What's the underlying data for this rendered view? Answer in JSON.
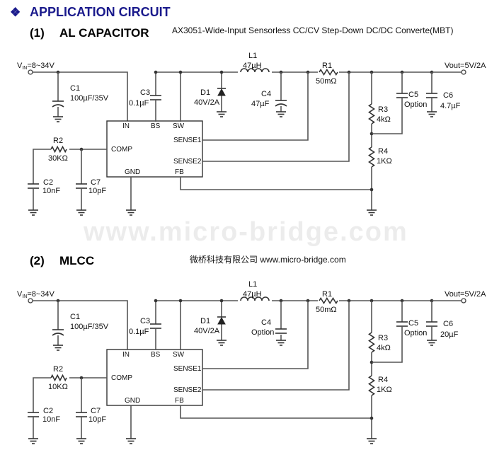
{
  "header": {
    "bullet": "❖",
    "title": "APPLICATION CIRCUIT",
    "sec1_num": "(1)",
    "sec1_title": "AL CAPACITOR",
    "subtitle": "AX3051-Wide-Input Sensorless CC/CV Step-Down DC/DC Converte(MBT)",
    "sec2_num": "(2)",
    "sec2_title": "MLCC",
    "company": "微桥科技有限公司 www.micro-bridge.com",
    "watermark": "www.micro-bridge.com"
  },
  "colors": {
    "title_blue": "#1a1a8c",
    "wire": "#555555",
    "text": "#111111"
  },
  "circuits": [
    {
      "vin": "V",
      "vin_sub": "IN",
      "vin_range": "=8~34V",
      "vout": "Vout=5V/2A",
      "c1_name": "C1",
      "c1_val": "100µF/35V",
      "c3_name": "C3",
      "c3_val": "0.1µF",
      "l1_name": "L1",
      "l1_val": "47µH",
      "d1_name": "D1",
      "d1_val": "40V/2A",
      "c4_name": "C4",
      "c4_val": "47µF",
      "r1_name": "R1",
      "r1_val": "50mΩ",
      "c5_name": "C5",
      "c5_val": "Option",
      "c6_name": "C6",
      "c6_val": "4.7µF",
      "r3_name": "R3",
      "r3_val": "4kΩ",
      "r4_name": "R4",
      "r4_val": "1KΩ",
      "r2_name": "R2",
      "r2_val": "30KΩ",
      "c2_name": "C2",
      "c2_val": "10nF",
      "c7_name": "C7",
      "c7_val": "10pF",
      "pins": {
        "in": "IN",
        "bs": "BS",
        "sw": "SW",
        "sense1": "SENSE1",
        "sense2": "SENSE2",
        "comp": "COMP",
        "gnd": "GND",
        "fb": "FB"
      }
    },
    {
      "vin": "V",
      "vin_sub": "IN",
      "vin_range": "=8~34V",
      "vout": "Vout=5V/2A",
      "c1_name": "C1",
      "c1_val": "100µF/35V",
      "c3_name": "C3",
      "c3_val": "0.1µF",
      "l1_name": "L1",
      "l1_val": "47µH",
      "d1_name": "D1",
      "d1_val": "40V/2A",
      "c4_name": "C4",
      "c4_val": "Option",
      "r1_name": "R1",
      "r1_val": "50mΩ",
      "c5_name": "C5",
      "c5_val": "Option",
      "c6_name": "C6",
      "c6_val": "20µF",
      "r3_name": "R3",
      "r3_val": "4kΩ",
      "r4_name": "R4",
      "r4_val": "1KΩ",
      "r2_name": "R2",
      "r2_val": "10KΩ",
      "c2_name": "C2",
      "c2_val": "10nF",
      "c7_name": "C7",
      "c7_val": "10pF",
      "pins": {
        "in": "IN",
        "bs": "BS",
        "sw": "SW",
        "sense1": "SENSE1",
        "sense2": "SENSE2",
        "comp": "COMP",
        "gnd": "GND",
        "fb": "FB"
      }
    }
  ]
}
